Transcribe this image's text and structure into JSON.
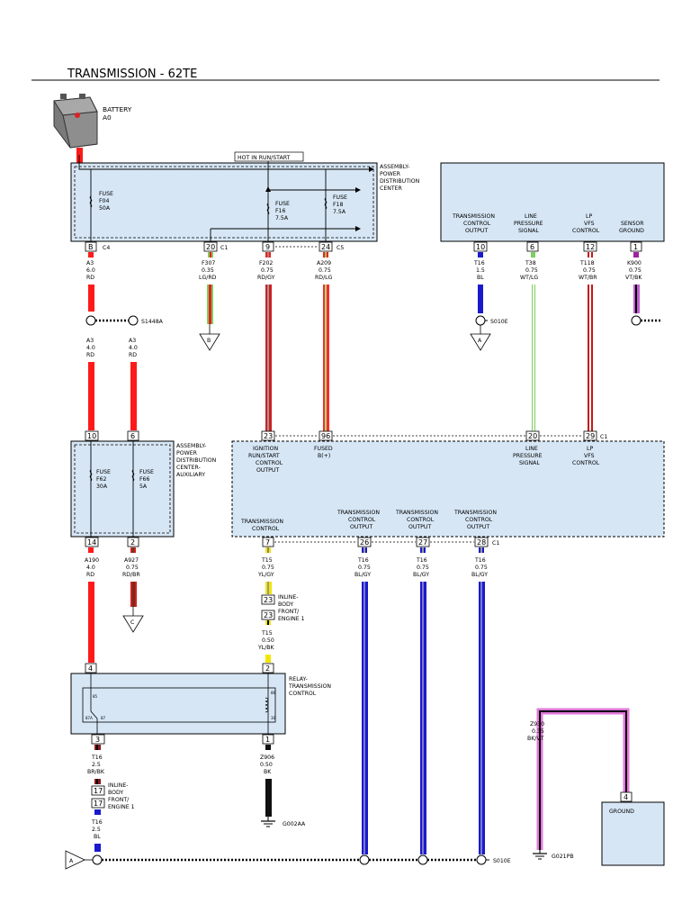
{
  "title": "TRANSMISSION - 62TE",
  "colors": {
    "red": "#ff1a1a",
    "dark_red": "#c41a1a",
    "blue": "#1a1acc",
    "light_blue_fill": "#d6e6f5",
    "yellow": "#f2e600",
    "pink": "#e07ad8",
    "green": "#7ccf5c",
    "black": "#111111"
  },
  "components": {
    "battery": {
      "name": "BATTERY",
      "code": "A0"
    },
    "pdc": {
      "name": [
        "ASSEMBLY-",
        "POWER",
        "DISTRIBUTION",
        "CENTER"
      ],
      "hot_label": "HOT IN RUN/START"
    },
    "pdc_aux": {
      "name": [
        "ASSEMBLY-",
        "POWER",
        "DISTRIBUTION",
        "CENTER-",
        "AUXILIARY"
      ]
    },
    "relay": {
      "name": [
        "RELAY-",
        "TRANSMISSION",
        "CONTROL"
      ]
    },
    "ground_module": {
      "label": "GROUND"
    }
  },
  "fuses": {
    "f04": [
      "FUSE",
      "F04",
      "50A"
    ],
    "f16": [
      "FUSE",
      "F16",
      "7.5A"
    ],
    "f18": [
      "FUSE",
      "F18",
      "7.5A"
    ],
    "f62": [
      "FUSE",
      "F62",
      "30A"
    ],
    "f66": [
      "FUSE",
      "F66",
      "5A"
    ]
  },
  "pdc_pins": {
    "b": "B",
    "c4": "C4",
    "p20": "20",
    "c1": "C1",
    "p9": "9",
    "p24": "24",
    "c5": "C5"
  },
  "wires_top": {
    "a3": [
      "A3",
      "6.0",
      "RD"
    ],
    "f307": [
      "F307",
      "0.35",
      "LG/RD"
    ],
    "f202": [
      "F202",
      "0.75",
      "RD/GY"
    ],
    "a209": [
      "A209",
      "0.75",
      "RD/LG"
    ]
  },
  "splice_s1448a": "S1448A",
  "wires_a3_lower": {
    "left": [
      "A3",
      "4.0",
      "RD"
    ],
    "right": [
      "A3",
      "4.0",
      "RD"
    ]
  },
  "aux_pins": {
    "top_left": "10",
    "top_right": "6",
    "bottom_left": "14",
    "bottom_right": "2"
  },
  "wires_aux_out": {
    "a190": [
      "A190",
      "4.0",
      "RD"
    ],
    "a927": [
      "A927",
      "0.75",
      "RD/BR"
    ]
  },
  "connectors": {
    "a": "A",
    "b": "B",
    "c": "C"
  },
  "tcm": {
    "top_pin_labels": {
      "transmission_control_output": [
        "TRANSMISSION",
        "CONTROL",
        "OUTPUT"
      ],
      "line_pressure_signal": [
        "LINE",
        "PRESSURE",
        "SIGNAL"
      ],
      "lp_vfs_control": [
        "LP",
        "VFS",
        "CONTROL"
      ],
      "sensor_ground": [
        "SENSOR",
        "GROUND"
      ]
    },
    "top_pins": [
      "10",
      "6",
      "12",
      "1"
    ],
    "top_wires": {
      "t16": [
        "T16",
        "1.5",
        "BL"
      ],
      "t38": [
        "T38",
        "0.75",
        "WT/LG"
      ],
      "t118": [
        "T118",
        "0.75",
        "WT/BR"
      ],
      "k900": [
        "K900",
        "0.75",
        "VT/BK"
      ]
    },
    "splice_s010e": "S010E"
  },
  "tcm_main": {
    "input_pins": [
      "23",
      "96",
      "20",
      "29"
    ],
    "input_connector": "C1",
    "input_labels": {
      "ignition": [
        "IGNITION",
        "RUN/START",
        "CONTROL",
        "OUTPUT"
      ],
      "fused": [
        "FUSED",
        "B(+)"
      ],
      "line_pressure": [
        "LINE",
        "PRESSURE",
        "SIGNAL"
      ],
      "lp_vfs": [
        "LP",
        "VFS",
        "CONTROL"
      ]
    },
    "output_labels": {
      "transmission_control": [
        "TRANSMISSION",
        "CONTROL"
      ],
      "out1": [
        "TRANSMISSION",
        "CONTROL",
        "OUTPUT"
      ],
      "out2": [
        "TRANSMISSION",
        "CONTROL",
        "OUTPUT"
      ],
      "out3": [
        "TRANSMISSION",
        "CONTROL",
        "OUTPUT"
      ]
    },
    "output_pins": [
      "7",
      "26",
      "27",
      "28"
    ],
    "output_connector": "C1"
  },
  "wires_tcm_out": {
    "t15": [
      "T15",
      "0.75",
      "YL/GY"
    ],
    "t16a": [
      "T16",
      "0.75",
      "BL/GY"
    ],
    "t16b": [
      "T16",
      "0.75",
      "BL/GY"
    ],
    "t16c": [
      "T16",
      "0.75",
      "BL/GY"
    ]
  },
  "inline_body_t15": {
    "pins": [
      "23",
      "23"
    ],
    "label": [
      "INLINE-",
      "BODY",
      "FRONT/",
      "ENGINE 1"
    ],
    "wire_after": [
      "T15",
      "0.50",
      "YL/BK"
    ]
  },
  "relay_pins": {
    "p4": "4",
    "p2": "2",
    "p3": "3",
    "p1": "1"
  },
  "relay_internal": [
    "85",
    "86",
    "87A",
    "87",
    "30"
  ],
  "wires_relay_out": {
    "t16": [
      "T16",
      "2.5",
      "BR/BK"
    ],
    "z906": [
      "Z906",
      "0.50",
      "BK"
    ]
  },
  "inline_body_t16": {
    "pins": [
      "17",
      "17"
    ],
    "label": [
      "INLINE-",
      "BODY",
      "FRONT/",
      "ENGINE 1"
    ],
    "wire_after": [
      "T16",
      "2.5",
      "BL"
    ]
  },
  "grounds": {
    "g002aa": "G002AA",
    "g021pb": "G021PB"
  },
  "z930": [
    "Z930",
    "0.35",
    "BK/VT"
  ],
  "ground_pin": "4",
  "bottom_splice": "S010E"
}
